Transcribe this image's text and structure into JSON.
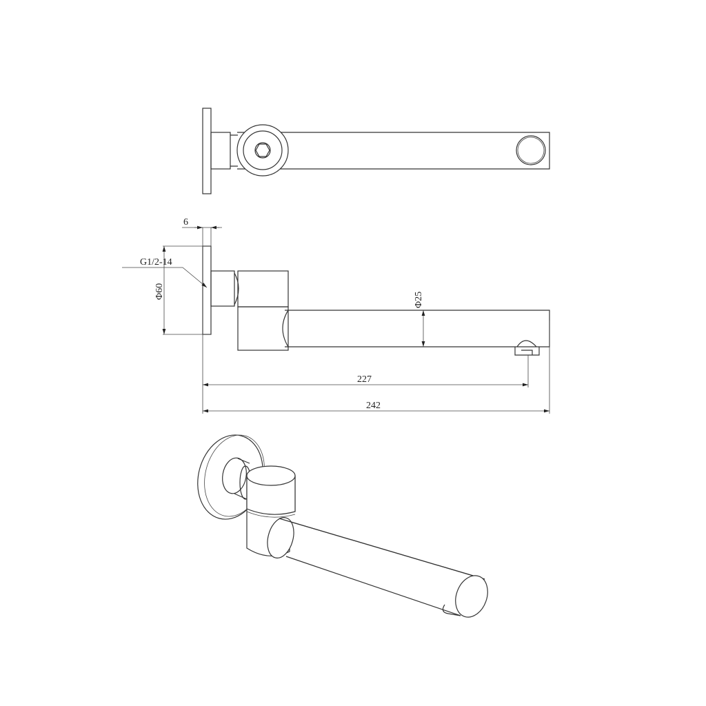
{
  "drawing": {
    "line_color": "#333333",
    "views": [
      "top-view",
      "side-view",
      "isometric-view"
    ],
    "dimensions": {
      "plate_thickness": "6",
      "thread": "G1/2-14",
      "plate_diameter": "Φ60",
      "spout_diameter": "Φ25",
      "outlet_reach": "227",
      "overall_length": "242"
    }
  }
}
